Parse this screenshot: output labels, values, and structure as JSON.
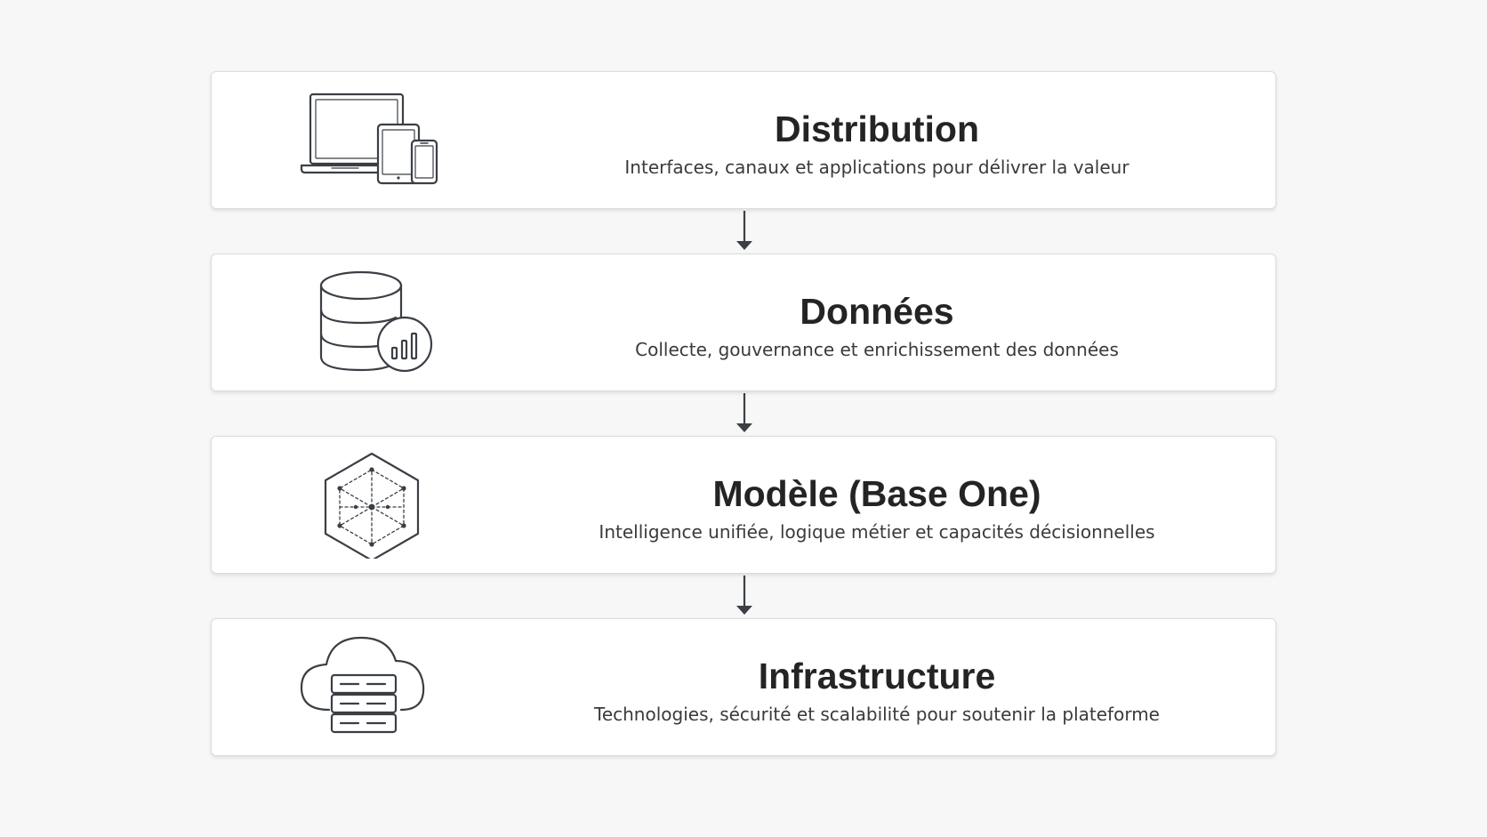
{
  "layers": [
    {
      "icon": "devices-icon",
      "title": "Distribution",
      "description": "Interfaces, canaux et applications pour délivrer la valeur"
    },
    {
      "icon": "database-analytics-icon",
      "title": "Données",
      "description": "Collecte, gouvernance et enrichissement des données"
    },
    {
      "icon": "hexagon-network-icon",
      "title": "Modèle (Base One)",
      "description": "Intelligence unifiée, logique métier et capacités décisionnelles"
    },
    {
      "icon": "cloud-server-icon",
      "title": "Infrastructure",
      "description": "Technologies, sécurité et scalabilité pour soutenir la plateforme"
    }
  ],
  "colors": {
    "background": "#f7f7f7",
    "card": "#ffffff",
    "border": "#dcdcdc",
    "stroke": "#3b3f45",
    "title": "#242424",
    "text": "#3a3a3a"
  }
}
